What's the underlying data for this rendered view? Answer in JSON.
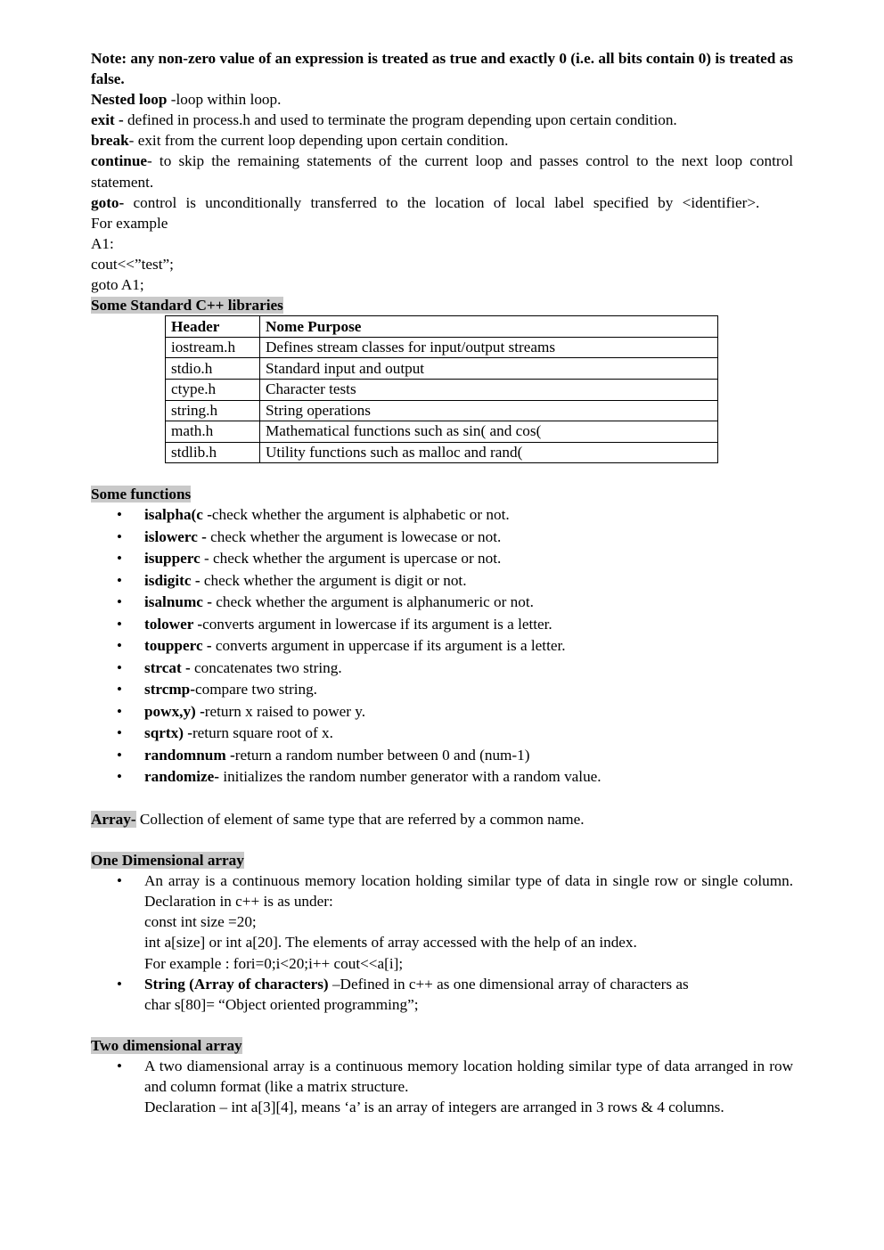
{
  "intro": {
    "note": "Note: any non-zero value of an expression is treated as true and exactly 0 (i.e. all bits contain 0) is treated as false.",
    "definitions": [
      {
        "term": "Nested loop",
        "text": " -loop within loop."
      },
      {
        "term": "exit   -",
        "text": " defined in process.h and used to terminate the program depending upon certain condition."
      },
      {
        "term": "break",
        "text": "- exit from the current  loop depending upon certain condition."
      },
      {
        "term": "continue",
        "text": "- to skip the remaining statements of the current loop and passes control to the next loop control statement."
      },
      {
        "term": "goto-",
        "text": "   control is unconditionally  transferred to the location of local label specified by <identifier>."
      }
    ],
    "example_lines": [
      "For example",
      "A1:",
      "cout<<”test”;",
      "goto A1;"
    ]
  },
  "libraries": {
    "heading": "Some Standard C++ libraries",
    "columns": [
      "Header",
      "Nome Purpose"
    ],
    "rows": [
      [
        "iostream.h",
        "Defines stream classes for input/output streams"
      ],
      [
        "stdio.h",
        "Standard input and output"
      ],
      [
        "ctype.h",
        "Character tests"
      ],
      [
        "string.h",
        "String operations"
      ],
      [
        "math.h",
        "Mathematical functions such as sin( and cos("
      ],
      [
        "stdlib.h",
        "Utility functions such as malloc and rand("
      ]
    ]
  },
  "functions": {
    "heading": "Some functions",
    "items": [
      {
        "name": "isalpha(c -",
        "desc": "check whether the argument is alphabetic or not."
      },
      {
        "name": "islowerc   -",
        "desc": " check whether the argument is lowecase or not."
      },
      {
        "name": "isupperc",
        "desc": "    - check whether the argument is upercase or not."
      },
      {
        "name": "isdigitc   -",
        "desc": " check whether the argument is digit or not."
      },
      {
        "name": "isalnumc   -",
        "desc": " check whether the argument is alphanumeric or not."
      },
      {
        "name": "tolower   -",
        "desc": "converts argument in lowercase if its argument is a letter."
      },
      {
        "name": "toupperc   -",
        "desc": " converts argument in uppercase if its argument is a letter."
      },
      {
        "name": "strcat   -",
        "desc": " concatenates two string."
      },
      {
        "name": "strcmp-",
        "desc": "compare two string."
      },
      {
        "name": "powx,y) -",
        "desc": "return x raised to power y."
      },
      {
        "name": "sqrtx) -",
        "desc": "return square root of x."
      },
      {
        "name": "randomnum   -",
        "desc": "return a random number between 0 and (num-1)"
      },
      {
        "name": "randomize-",
        "desc": " initializes the random number generator with a random value."
      }
    ]
  },
  "array": {
    "term": "Array-",
    "text": " Collection of element of same type that are referred by a common name."
  },
  "one_dim": {
    "heading": "One Dimensional array",
    "item1": {
      "text": "An array is a continuous memory location holding similar type of data in single row or single column. Declaration in c++ is as under:",
      "lines": [
        "const int size =20;",
        "int a[size] or   int a[20]. The elements of array accessed with the help of an index.",
        "For example : fori=0;i<20;i++ cout<<a[i];"
      ]
    },
    "item2": {
      "term": "String (Array of characters)",
      "text": " –Defined in c++ as one dimensional array of characters as",
      "line": "char s[80]= “Object oriented programming”;"
    }
  },
  "two_dim": {
    "heading": "Two dimensional array",
    "item1": {
      "text": "A two diamensional array is a continuous memory location holding similar type of data arranged in row and column format (like a matrix structure.",
      "decl": "Declaration – int a[3][4], means ‘a’ is an array of integers are arranged in 3 rows & 4 columns."
    }
  }
}
